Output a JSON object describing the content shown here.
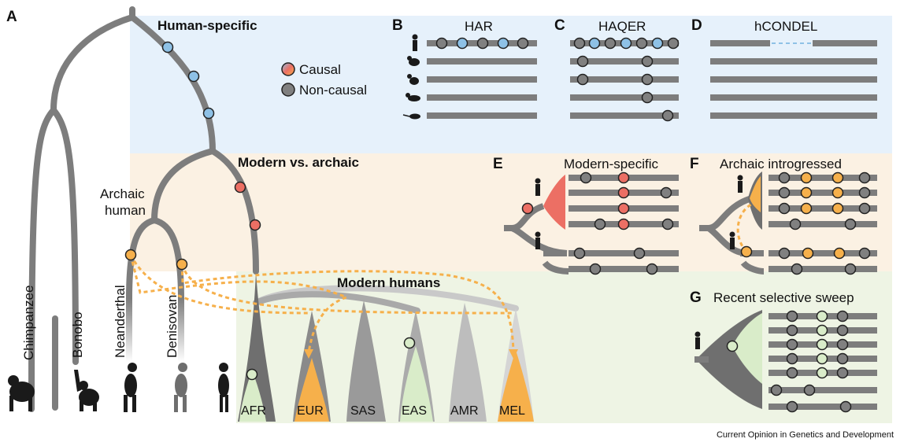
{
  "panels": {
    "A": "A",
    "B": "B",
    "C": "C",
    "D": "D",
    "E": "E",
    "F": "F",
    "G": "G"
  },
  "headings": {
    "human_specific": "Human-specific",
    "modern_vs_archaic": "Modern vs. archaic",
    "modern_humans": "Modern humans",
    "archaic_human_1": "Archaic",
    "archaic_human_2": "human"
  },
  "legend": {
    "causal": "Causal",
    "non_causal": "Non-causal"
  },
  "species": [
    "Chimpanzee",
    "Bonobo",
    "Neanderthal",
    "Denisovan"
  ],
  "populations": [
    "AFR",
    "EUR",
    "SAS",
    "EAS",
    "AMR",
    "MEL"
  ],
  "titles": {
    "har": "HAR",
    "haqer": "HAQER",
    "hcondel": "hCONDEL",
    "modern_specific": "Modern-specific",
    "archaic_introgressed": "Archaic introgressed",
    "selective_sweep": "Recent selective sweep"
  },
  "footer": "Current Opinion in Genetics and Development",
  "colors": {
    "human_specific_bg": "#e6f1fb",
    "modern_archaic_bg": "#fbf1e3",
    "modern_humans_bg": "#eef4e4",
    "branch": "#7d7d7d",
    "blue_variant": "#8ec1e6",
    "red_variant": "#ec6f64",
    "orange_variant": "#f6b04b",
    "green_variant": "#d9ecc9",
    "grey_variant": "#808080"
  }
}
